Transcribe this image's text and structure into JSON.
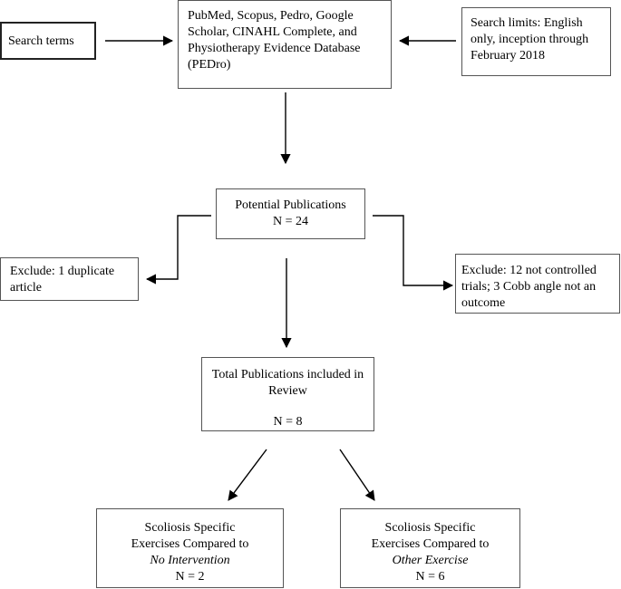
{
  "search_terms": "Search terms",
  "databases": {
    "lines": [
      "PubMed, Scopus, Pedro, Google",
      "Scholar, CINAHL Complete, and",
      "Physiotherapy Evidence Database",
      "(PEDro)"
    ]
  },
  "search_limits": {
    "lines": [
      "Search limits:  English",
      "only, inception through",
      "February 2018"
    ]
  },
  "potential": {
    "title": "Potential Publications",
    "count": "N = 24"
  },
  "exclude_left": {
    "lines": [
      "Exclude: 1 duplicate",
      "article"
    ]
  },
  "exclude_right": {
    "lines": [
      "Exclude:  12 not controlled",
      "trials; 3 Cobb angle not an",
      "outcome"
    ]
  },
  "total": {
    "line1": "Total Publications included in",
    "line2": "Review",
    "count": "N = 8"
  },
  "no_intervention": {
    "line1": "Scoliosis Specific",
    "line2": "Exercises Compared to",
    "comparator": "No Intervention",
    "count": "N = 2"
  },
  "other_exercise": {
    "line1": "Scoliosis Specific",
    "line2": "Exercises Compared to",
    "comparator": "Other Exercise",
    "count": "N = 6"
  }
}
